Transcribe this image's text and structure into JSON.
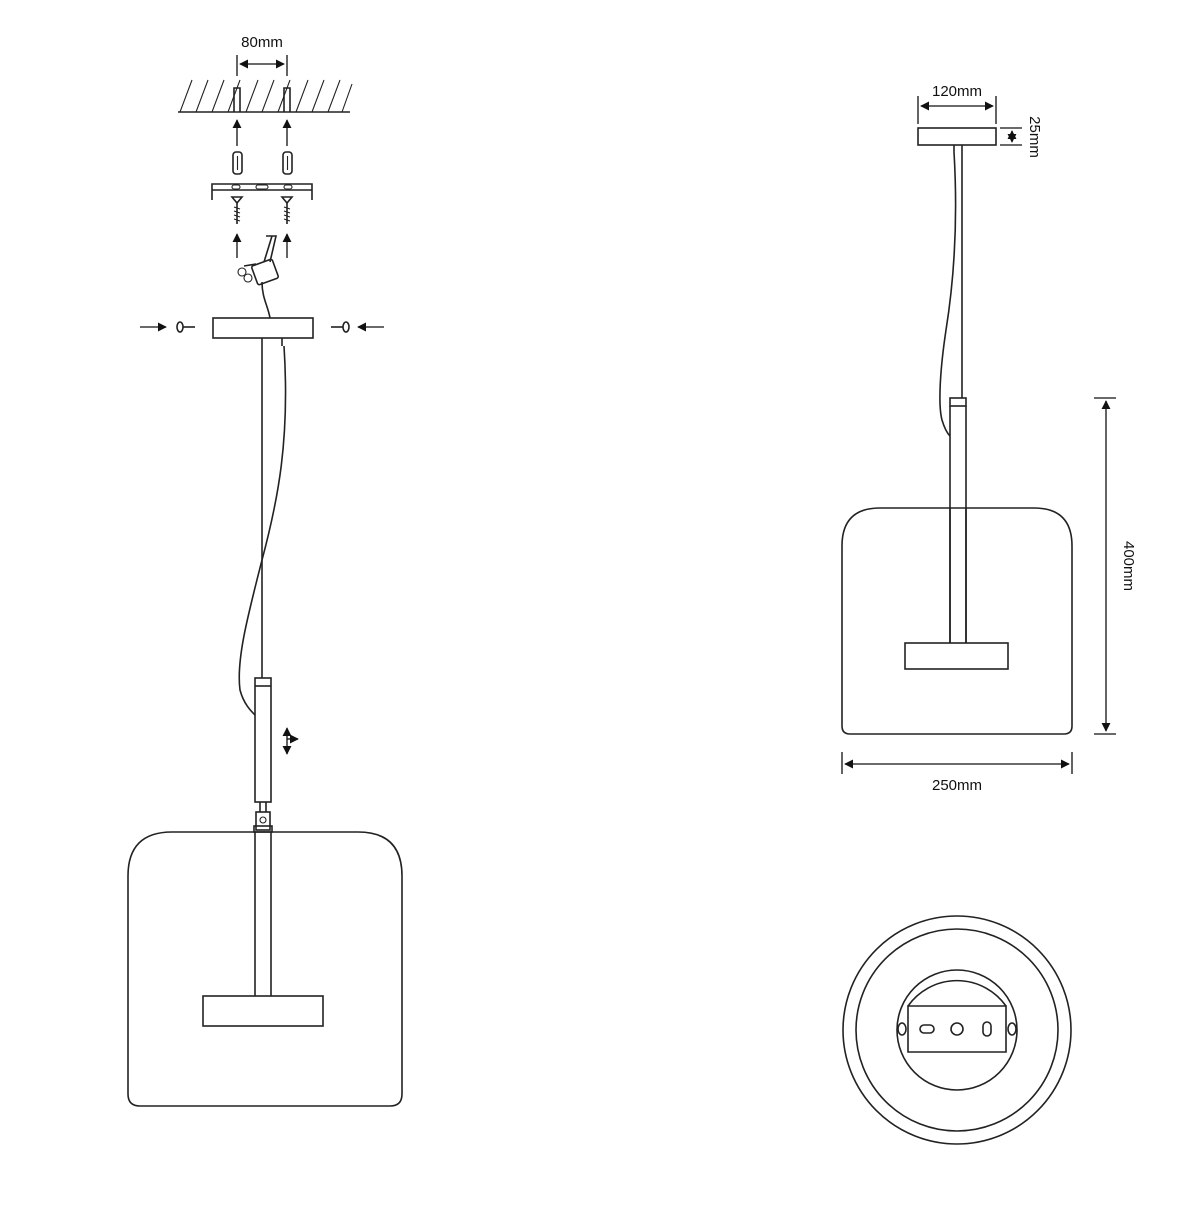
{
  "diagram": {
    "dimensions": {
      "bracket_spacing": "80mm",
      "canopy_width": "120mm",
      "canopy_height": "25mm",
      "lamp_height": "400mm",
      "lamp_width": "250mm"
    }
  }
}
